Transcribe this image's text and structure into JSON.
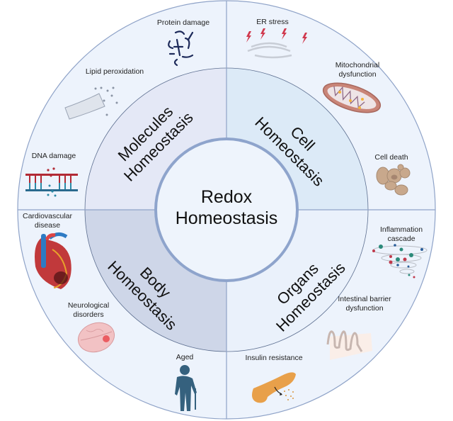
{
  "center": {
    "line1": "Redox",
    "line2": "Homeostasis"
  },
  "quadrants": [
    {
      "line1": "Molecules",
      "line2": "Homeostasis",
      "color": "#e4e8f6"
    },
    {
      "line1": "Cell",
      "line2": "Homeostasis",
      "color": "#dceaf7"
    },
    {
      "line1": "Body",
      "line2": "Homeostasis",
      "color": "#ced6e8"
    },
    {
      "line1": "Organs",
      "line2": "Homeostasis",
      "color": "#eaf1fb"
    }
  ],
  "outer_items": {
    "protein_damage": "Protein damage",
    "lipid_peroxidation": "Lipid peroxidation",
    "dna_damage": "DNA damage",
    "er_stress": "ER stress",
    "mito_1": "Mitochondrial",
    "mito_2": "dysfunction",
    "cell_death": "Cell death",
    "cardio_1": "Cardiovascular",
    "cardio_2": "disease",
    "neuro_1": "Neurological",
    "neuro_2": "disorders",
    "aged": "Aged",
    "inflam_1": "Inflammation",
    "inflam_2": "cascade",
    "intestinal_1": "Intestinal barrier",
    "intestinal_2": "dysfunction",
    "insulin": "Insulin resistance"
  },
  "colors": {
    "outer": "#edf3fc",
    "border": "#8fa3c8",
    "center_border": "#8ea4cc",
    "center_fill": "#eef4fc"
  }
}
